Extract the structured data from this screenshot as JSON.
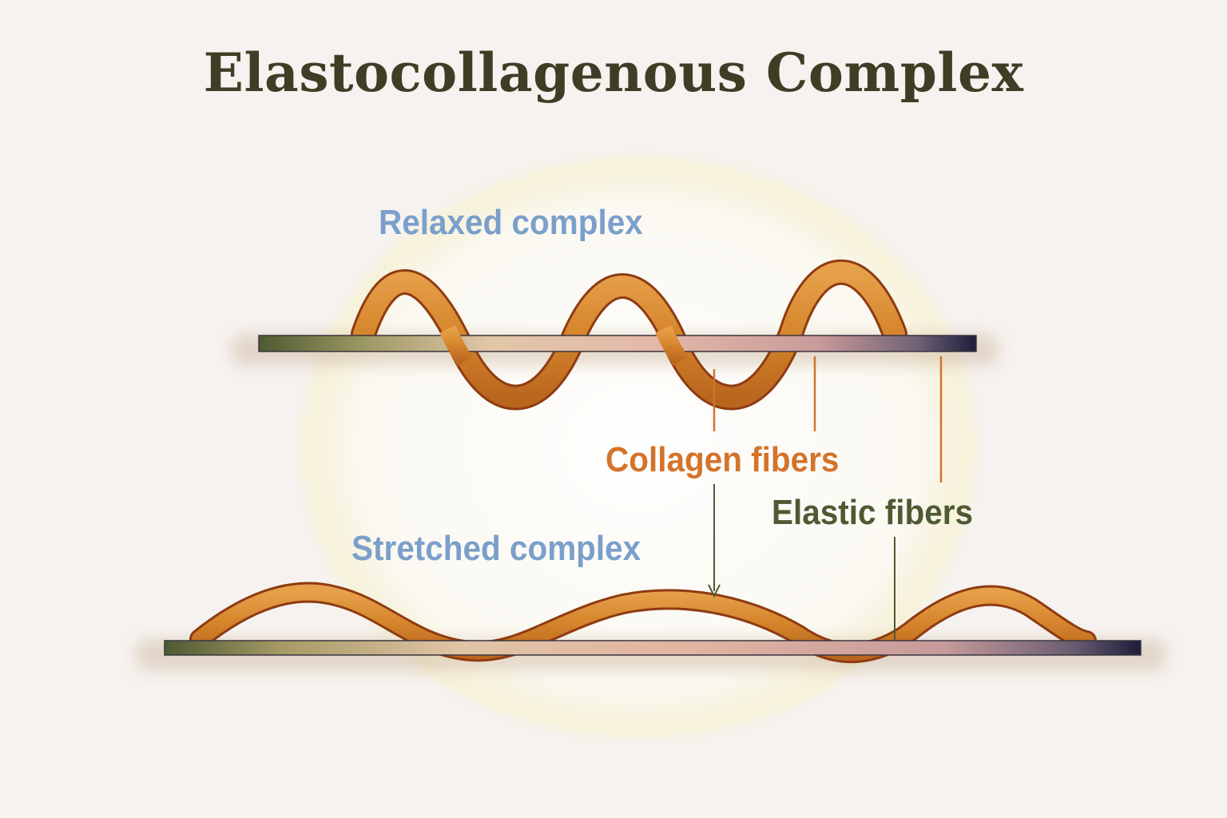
{
  "title": "Elastocollagenous Complex",
  "labels": {
    "relaxed": "Relaxed complex",
    "stretched": "Stretched complex",
    "collagen": "Collagen fibers",
    "elastic": "Elastic fibers"
  },
  "colors": {
    "background": "#f6f2ef",
    "title": "#3f3d25",
    "complex_label": "#7a9fcb",
    "collagen_label": "#d4732a",
    "elastic_label": "#4e5a32",
    "collagen_fill": "#d98a2c",
    "collagen_outline": "#8e3b12",
    "fiber_bar_start": "#4d5a32",
    "fiber_bar_end": "#1d1d3a"
  }
}
